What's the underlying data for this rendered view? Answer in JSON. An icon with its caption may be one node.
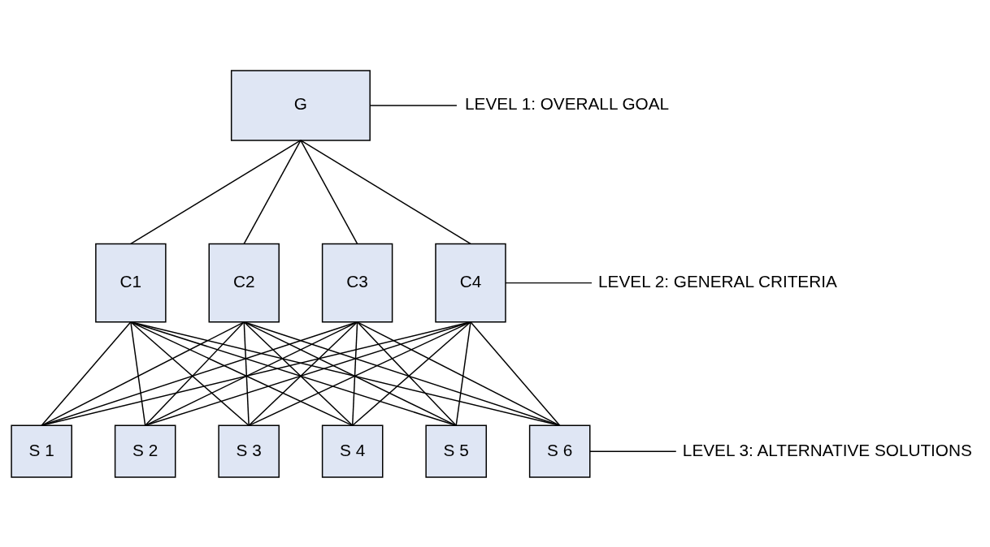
{
  "diagram": {
    "nodes": [
      {
        "text": [
          "G"
        ]
      },
      {
        "text": [
          "C1"
        ]
      },
      {
        "text": [
          "C2"
        ]
      },
      {
        "text": [
          "C3"
        ]
      },
      {
        "text": [
          "C4"
        ]
      },
      {
        "text": [
          "S 1"
        ]
      },
      {
        "text": [
          "S 2"
        ]
      },
      {
        "text": [
          "S 3"
        ]
      },
      {
        "text": [
          "S 4"
        ]
      },
      {
        "text": [
          "S 5"
        ]
      },
      {
        "text": [
          "S 6"
        ]
      },
      {
        "text": [
          "LEVEL 1: OVERALL GOAL"
        ]
      },
      {
        "text": [
          "LEVEL 2: GENERAL CRITERIA"
        ]
      },
      {
        "text": [
          "LEVEL 3: ALTERNATIVE SOLUTIONS"
        ]
      }
    ],
    "edges": [
      {
        "from": 0,
        "to": 1,
        "arrow": "none"
      },
      {
        "from": 0,
        "to": 2,
        "arrow": "none"
      },
      {
        "from": 0,
        "to": 3,
        "arrow": "none"
      },
      {
        "from": 0,
        "to": 4,
        "arrow": "none"
      },
      {
        "from": 1,
        "to": 5,
        "arrow": "none"
      },
      {
        "from": 1,
        "to": 6,
        "arrow": "none"
      },
      {
        "from": 1,
        "to": 7,
        "arrow": "none"
      },
      {
        "from": 1,
        "to": 8,
        "arrow": "none"
      },
      {
        "from": 1,
        "to": 9,
        "arrow": "none"
      },
      {
        "from": 1,
        "to": 10,
        "arrow": "none"
      },
      {
        "from": 2,
        "to": 5,
        "arrow": "none"
      },
      {
        "from": 2,
        "to": 6,
        "arrow": "none"
      },
      {
        "from": 2,
        "to": 7,
        "arrow": "none"
      },
      {
        "from": 2,
        "to": 8,
        "arrow": "none"
      },
      {
        "from": 2,
        "to": 9,
        "arrow": "none"
      },
      {
        "from": 2,
        "to": 10,
        "arrow": "none"
      },
      {
        "from": 3,
        "to": 5,
        "arrow": "none"
      },
      {
        "from": 3,
        "to": 6,
        "arrow": "none"
      },
      {
        "from": 3,
        "to": 7,
        "arrow": "none"
      },
      {
        "from": 3,
        "to": 8,
        "arrow": "none"
      },
      {
        "from": 3,
        "to": 9,
        "arrow": "none"
      },
      {
        "from": 3,
        "to": 10,
        "arrow": "none"
      },
      {
        "from": 4,
        "to": 5,
        "arrow": "none"
      },
      {
        "from": 4,
        "to": 6,
        "arrow": "none"
      },
      {
        "from": 4,
        "to": 7,
        "arrow": "none"
      },
      {
        "from": 4,
        "to": 8,
        "arrow": "none"
      },
      {
        "from": 4,
        "to": 9,
        "arrow": "none"
      },
      {
        "from": 4,
        "to": 10,
        "arrow": "none"
      },
      {
        "from": 11,
        "to": 0,
        "arrow": "none"
      },
      {
        "from": 12,
        "to": 4,
        "arrow": "none"
      },
      {
        "from": 13,
        "to": 10,
        "arrow": "none"
      }
    ]
  }
}
